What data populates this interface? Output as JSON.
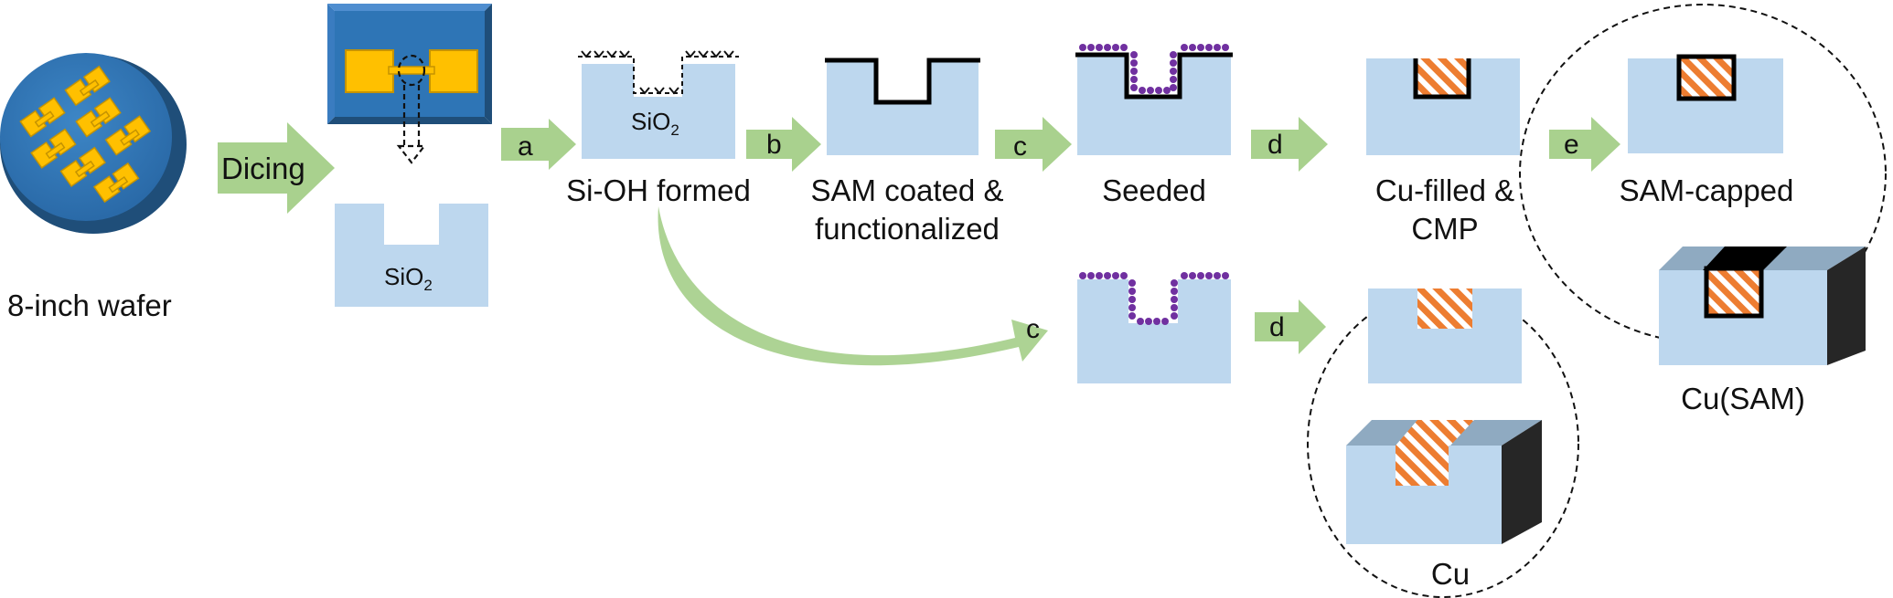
{
  "colors": {
    "oxide": "#bdd7ee",
    "arrow": "#a9d18e",
    "wafer": "#2e75b6",
    "wafer_edge": "#1f4e79",
    "pad": "#ffc000",
    "seed": "#7030a0",
    "copper": "#ed7d31",
    "sam": "#000000"
  },
  "labels": {
    "wafer": "8-inch wafer",
    "dicing": "Dicing",
    "oxide_main": "SiO",
    "oxide_sub": "2",
    "sioh": "Si-OH formed",
    "sam_coated_l1": "SAM coated &",
    "sam_coated_l2": "functionalized",
    "seeded": "Seeded",
    "cufilled_l1": "Cu-filled &",
    "cufilled_l2": "CMP",
    "samcapped": "SAM-capped",
    "cu_sam": "Cu(SAM)",
    "cu": "Cu"
  },
  "steps": {
    "a": "a",
    "b": "b",
    "c_top": "c",
    "d_top": "d",
    "e": "e",
    "c_bottom": "c",
    "d_bottom": "d"
  }
}
